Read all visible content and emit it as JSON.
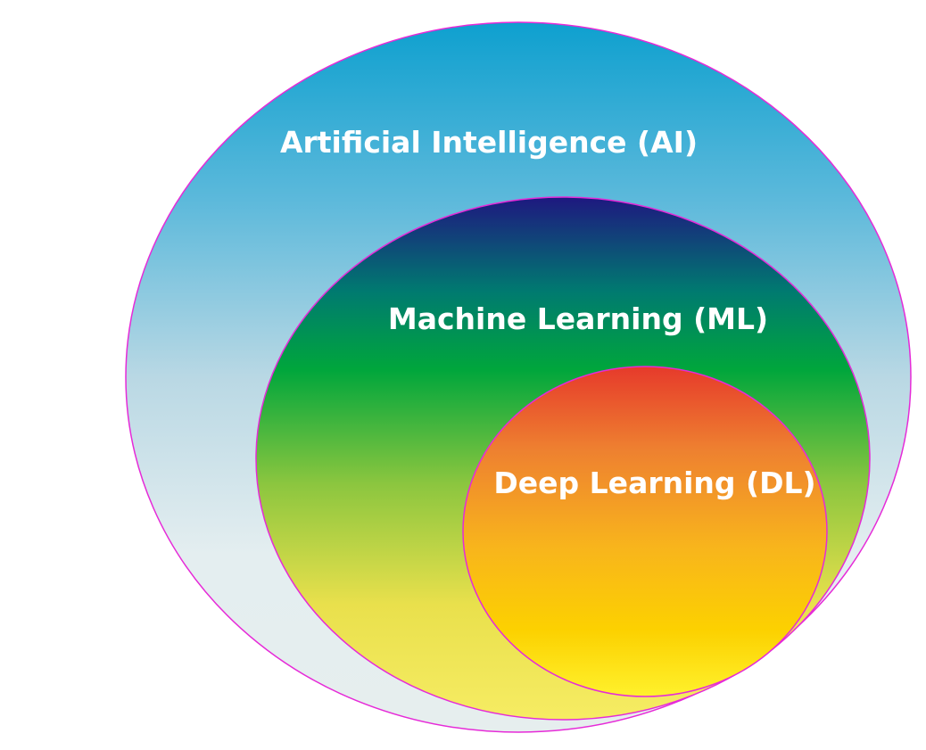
{
  "diagram": {
    "outer": {
      "label": "Artificial Intelligence (AI)",
      "gradient": [
        "#0ea0cf",
        "#5cb9db",
        "#b9d8e4",
        "#e4eef0",
        "#e6eeee"
      ]
    },
    "middle": {
      "label": "Machine Learning (ML)",
      "gradient": [
        "#1e1880",
        "#007a70",
        "#00a63c",
        "#8cc63f",
        "#e9e04c",
        "#f6ec63"
      ]
    },
    "inner": {
      "label": "Deep Learning (DL)",
      "gradient": [
        "#e63a2b",
        "#ee8030",
        "#f8b51c",
        "#fcd100",
        "#fff12c"
      ]
    },
    "stroke_color": "#e62ad8"
  }
}
